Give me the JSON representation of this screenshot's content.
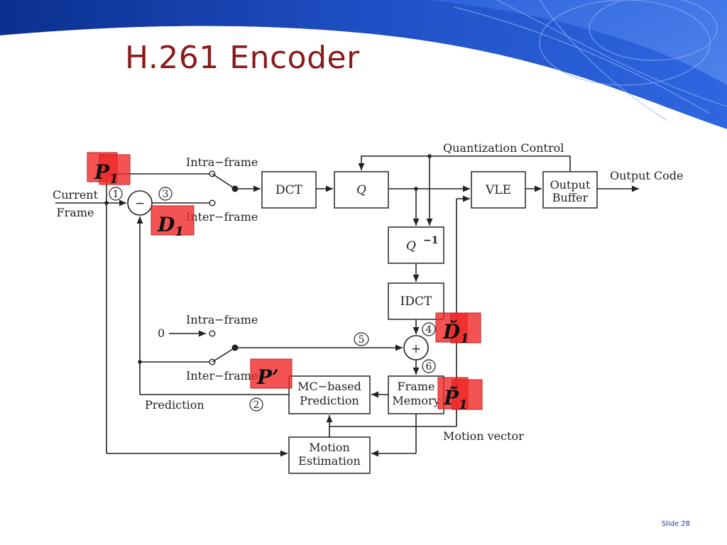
{
  "slide": {
    "title": "H.261 Encoder",
    "slide_number": "Slide 28"
  },
  "diagram": {
    "inputs": {
      "current_frame_line1": "Current",
      "current_frame_line2": "Frame",
      "zero": "0"
    },
    "switch_labels": {
      "intra_top": "Intra−frame",
      "inter_top": "Inter−frame",
      "intra_bottom": "Intra−frame",
      "inter_bottom": "Inter−frame"
    },
    "blocks": {
      "dct": "DCT",
      "q": "Q",
      "q_inv": "Q",
      "q_inv_exp": "−1",
      "idct": "IDCT",
      "vle": "VLE",
      "output_buffer_line1": "Output",
      "output_buffer_line2": "Buffer",
      "frame_memory_line1": "Frame",
      "frame_memory_line2": "Memory",
      "mc_prediction_line1": "MC−based",
      "mc_prediction_line2": "Prediction",
      "motion_estimation_line1": "Motion",
      "motion_estimation_line2": "Estimation"
    },
    "labels": {
      "quantization_control": "Quantization Control",
      "output_code": "Output Code",
      "prediction": "Prediction",
      "motion_vector": "Motion vector"
    },
    "operators": {
      "subtract": "−",
      "add": "+"
    },
    "numbered_points": [
      "1",
      "2",
      "3",
      "4",
      "5",
      "6"
    ],
    "overlays": {
      "p1": {
        "base": "P",
        "sub": "1"
      },
      "d1": {
        "base": "D",
        "sub": "1"
      },
      "d1_hat": {
        "base": "Ď",
        "sub": "1"
      },
      "p_prime": {
        "base": "P’"
      },
      "p1_tilde": {
        "base": "P̃",
        "sub": "1"
      }
    }
  },
  "colors": {
    "title": "#8b1a1a",
    "banner": "#1f4fc4",
    "overlay_fill": "#f02828",
    "slide_number": "#1a3a9a"
  }
}
